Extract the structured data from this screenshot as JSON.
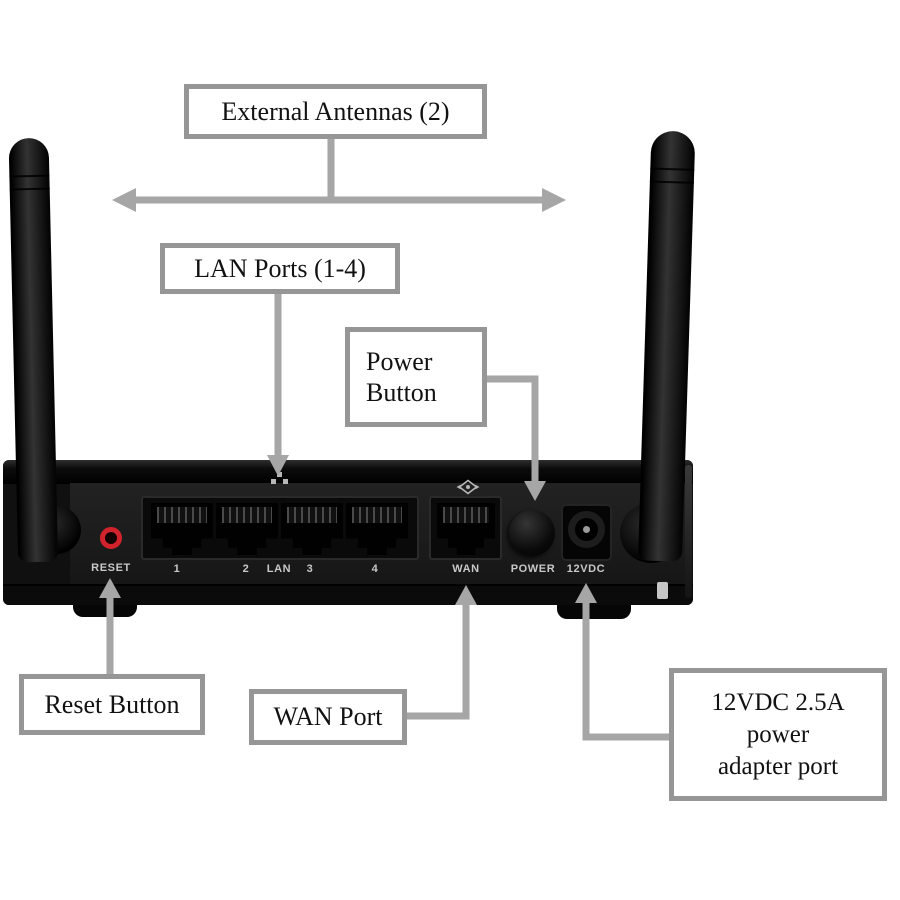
{
  "diagram": {
    "subject": "wireless-router-rear-panel",
    "background": "#ffffff"
  },
  "callouts": {
    "external_antennas": {
      "label": "External Antennas (2)"
    },
    "lan_ports": {
      "label": "LAN Ports (1-4)"
    },
    "power_button": {
      "lines": [
        "Power",
        "Button"
      ]
    },
    "reset_button": {
      "label": "Reset Button"
    },
    "wan_port": {
      "label": "WAN Port"
    },
    "power_adapter": {
      "lines": [
        "12VDC 2.5A",
        "power",
        "adapter port"
      ]
    }
  },
  "router": {
    "panel_labels": {
      "reset": "RESET",
      "lan1": "1",
      "lan2": "2",
      "lan_group": "LAN",
      "lan3": "3",
      "lan4": "4",
      "wan": "WAN",
      "power": "POWER",
      "dc": "12VDC"
    },
    "icons": {
      "lan": "lan-network-icon",
      "wan": "wan-globe-icon"
    },
    "antenna_count": 2
  },
  "colors": {
    "callout_border": "#969696",
    "connector_gray": "#a6a6a6",
    "router_black": "#101010",
    "panel_label_text": "#c8c8c8",
    "reset_button_red": "#d2232d",
    "mount_notch_gray": "#c6c6c6",
    "background": "#ffffff"
  }
}
